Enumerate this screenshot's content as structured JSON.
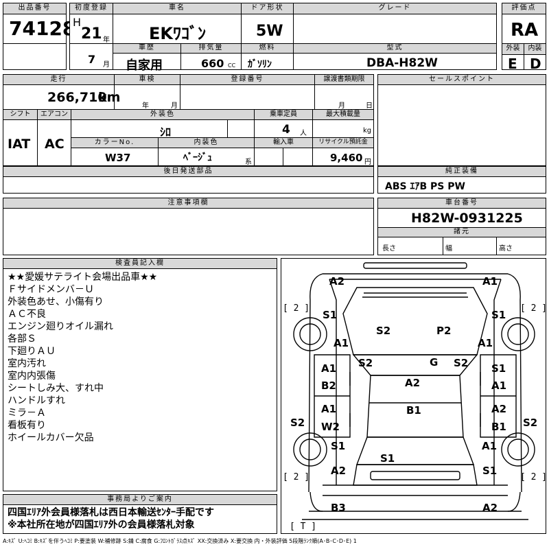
{
  "top": {
    "lot_label": "出品番号",
    "lot_no": "74128",
    "first_reg_label": "初度登録",
    "era": "H",
    "year": "21",
    "year_unit": "年",
    "month": "7",
    "month_unit": "月",
    "car_name_label": "車名",
    "car_name": "EKﾜｺﾞﾝ",
    "door_label": "ドア形状",
    "door": "5W",
    "grade_label": "グレード",
    "grade": "",
    "score_label": "評価点",
    "score": "RA",
    "history_label": "車歴",
    "history": "自家用",
    "displacement_label": "排気量",
    "displacement": "660",
    "displacement_unit": "CC",
    "fuel_label": "燃料",
    "fuel": "ｶﾞｿﾘﾝ",
    "model_label": "型式",
    "model": "DBA-H82W",
    "ext_label": "外装",
    "ext": "E",
    "int_label": "内装",
    "int": "D"
  },
  "mid": {
    "mileage_label": "走行",
    "mileage": "266,710",
    "mileage_unit": "km",
    "inspection_label": "車検",
    "inspection_year_unit": "年",
    "inspection_month_unit": "月",
    "regno_label": "登録番号",
    "transfer_label": "譲渡書類期限",
    "transfer_month_unit": "月",
    "transfer_day_unit": "日",
    "sales_label": "セールスポイント",
    "shift_label": "シフト",
    "shift": "IAT",
    "ac_label": "エアコン",
    "ac": "AC",
    "color_label": "外装色",
    "color": "ｼﾛ",
    "capacity_label": "乗車定員",
    "capacity": "4",
    "capacity_unit": "人",
    "max_load_label": "最大積載量",
    "max_load_unit": "kg",
    "color_no_label": "カラーNo.",
    "color_no": "W37",
    "interior_color_label": "内装色",
    "interior_color": "ﾍﾞｰｼﾞｭ",
    "interior_color_unit": "系",
    "import_label": "輸入車",
    "recycle_label": "リサイクル預託金",
    "recycle": "9,460",
    "recycle_unit": "円",
    "later_parts_label": "後日発送部品",
    "genuine_label": "純正装備",
    "genuine": "ABS ｴｱB PS PW",
    "caution_label": "注意事項欄",
    "chassis_label": "車台番号",
    "chassis": "H82W-0931225",
    "spec_label": "諸元",
    "length_label": "長さ",
    "width_label": "幅",
    "height_label": "高さ"
  },
  "inspector": {
    "label": "検査員記入欄",
    "lines": [
      "★★愛媛サテライト会場出品車★★",
      "Ｆサイドメンバ－Ｕ",
      "外装色あせ、小傷有り",
      "ＡＣ不良",
      "エンジン廻りオイル漏れ",
      "各部Ｓ",
      "下廻りＡＵ",
      "室内汚れ",
      "室内内張傷",
      "シートしみ大、すれ中",
      "ハンドルすれ",
      "ミラ－Ａ",
      "看板有り",
      "ホイールカバー欠品"
    ]
  },
  "office": {
    "label": "事務局よりご案内",
    "lines": [
      "四国ｴﾘｱ外会員様落札は西日本輸送ｾﾝﾀｰ手配です",
      "※本社所在地が四国ｴﾘｱ外の会員様落札対象"
    ]
  },
  "diagram": {
    "marks": {
      "front_left": "A2",
      "front_right": "A1",
      "fl_fender_top": "S1",
      "fr_fender_top": "S1",
      "hood_left": "S2",
      "hood_right": "P2",
      "fl_fender": "A1",
      "fr_fender": "A1",
      "windshield": "G",
      "a_pillar_left": "S2",
      "a_pillar_right": "S2",
      "roof": "A2",
      "roof_rear": "B1",
      "left_front_door_1": "A1",
      "left_front_door_2": "B2",
      "left_rear_door_1": "A1",
      "left_rear_door_2": "W2",
      "right_front_door_1": "S1",
      "right_front_door_2": "A1",
      "right_rear_door_1": "A2",
      "right_rear_door_2": "B1",
      "left_side_sill": "S2",
      "right_side_sill": "S2",
      "rl_fender": "S1",
      "rr_fender": "A1",
      "rear_left_quarter": "A2",
      "rear_right_quarter": "S1",
      "rear_hatch": "S1",
      "rear_bumper_left": "B3",
      "rear_bumper_right": "A2"
    },
    "wheel_fl": "[ 2 ]",
    "wheel_fr": "[ 2 ]",
    "wheel_rl": "[ 2 ]",
    "wheel_rr": "[ 2 ]",
    "spare": "[ T ]"
  },
  "legend": "A:ｷｽﾞ U:ﾍｺﾐ B:ｷｽﾞを伴うﾍｺﾐ P:要塗装 W:補修跡 S:錆 C:腐食 G:ﾌﾛﾝﾄｶﾞﾗｽ点ｷｽﾞ XX:交換済み X:要交換 内・外装評価 5段階ﾗﾝｸ順(A･B･C･D･E) 1"
}
